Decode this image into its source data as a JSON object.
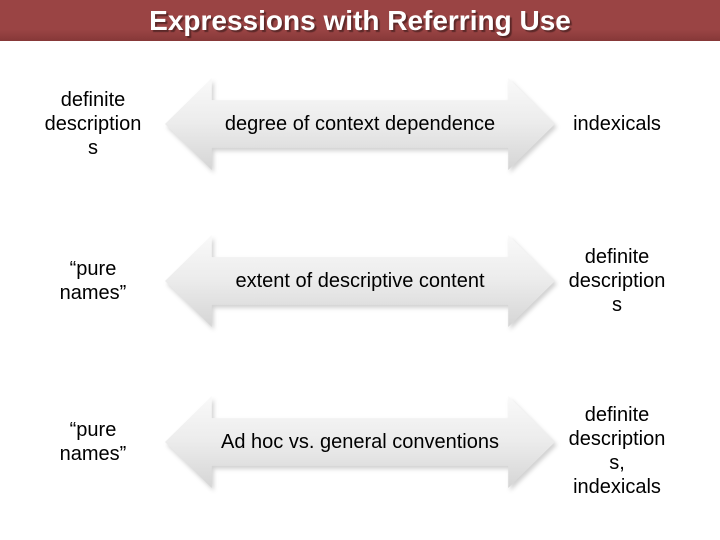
{
  "colors": {
    "page_bg": "#ffffff",
    "header_bg": "#9a4444",
    "header_bg_dark": "#863838",
    "header_text": "#ffffff",
    "arrow_light": "#f9f9f9",
    "arrow_dark": "#d5d5d5",
    "label_text": "#000000"
  },
  "slide": {
    "title": "Expressions with Referring Use",
    "rows": [
      {
        "left": "definite\ndescription\ns",
        "arrow": "degree of context dependence",
        "right": "indexicals"
      },
      {
        "left": "“pure\nnames”",
        "arrow": "extent of descriptive content",
        "right": "definite\ndescription\ns"
      },
      {
        "left": "“pure\nnames”",
        "arrow": "Ad hoc vs. general conventions",
        "right": "definite\ndescription\ns,\nindexicals"
      }
    ]
  }
}
